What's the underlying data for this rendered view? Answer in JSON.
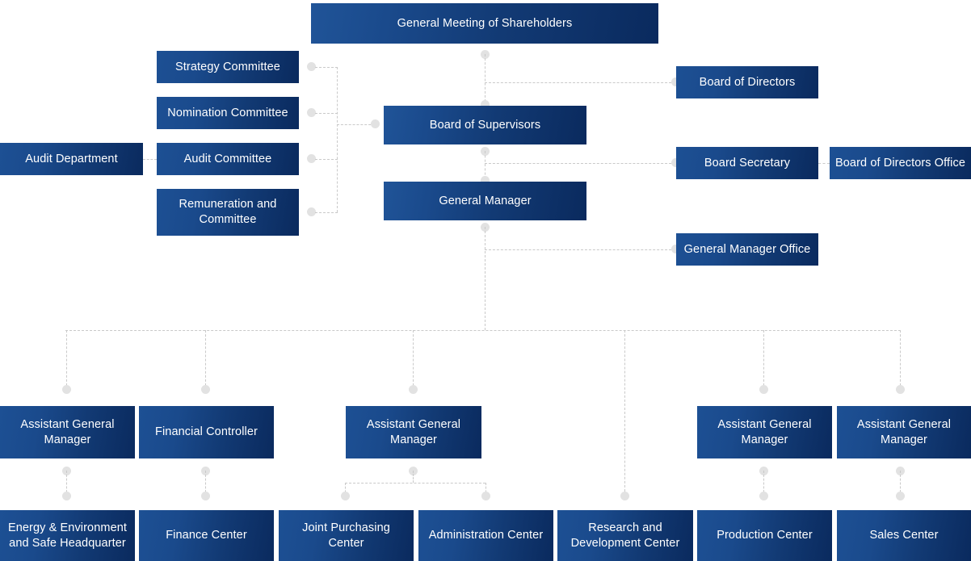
{
  "diagram": {
    "type": "organizational-chart",
    "background_color": "#ffffff",
    "box_gradient_from": "#1d5094",
    "box_gradient_to": "#0a2a5e",
    "connector_color": "#c9c9c9",
    "connector_dot_color": "#e2e2e2",
    "text_color": "#ffffff"
  },
  "nodes": {
    "general_meeting": "General Meeting of Shareholders",
    "strategy_committee": "Strategy Committee",
    "nomination_committee": "Nomination Committee",
    "audit_committee": "Audit Committee",
    "remuneration_committee": "Remuneration and Committee",
    "audit_department": "Audit Department",
    "board_of_supervisors": "Board of Supervisors",
    "board_of_directors": "Board of Directors",
    "board_secretary": "Board Secretary",
    "board_of_directors_office": "Board of Directors Office",
    "general_manager": "General Manager",
    "general_manager_office": "General Manager Office",
    "agm_1": "Assistant General Manager",
    "financial_controller": "Financial Controller",
    "agm_2": "Assistant General Manager",
    "agm_3": "Assistant General Manager",
    "agm_4": "Assistant General Manager",
    "energy_environment_safe_hq": "Energy & Environment and Safe Headquarter",
    "finance_center": "Finance Center",
    "joint_purchasing_center": "Joint Purchasing Center",
    "administration_center": "Administration Center",
    "research_development_center": "Research and Development Center",
    "production_center": "Production Center",
    "sales_center": "Sales Center"
  }
}
